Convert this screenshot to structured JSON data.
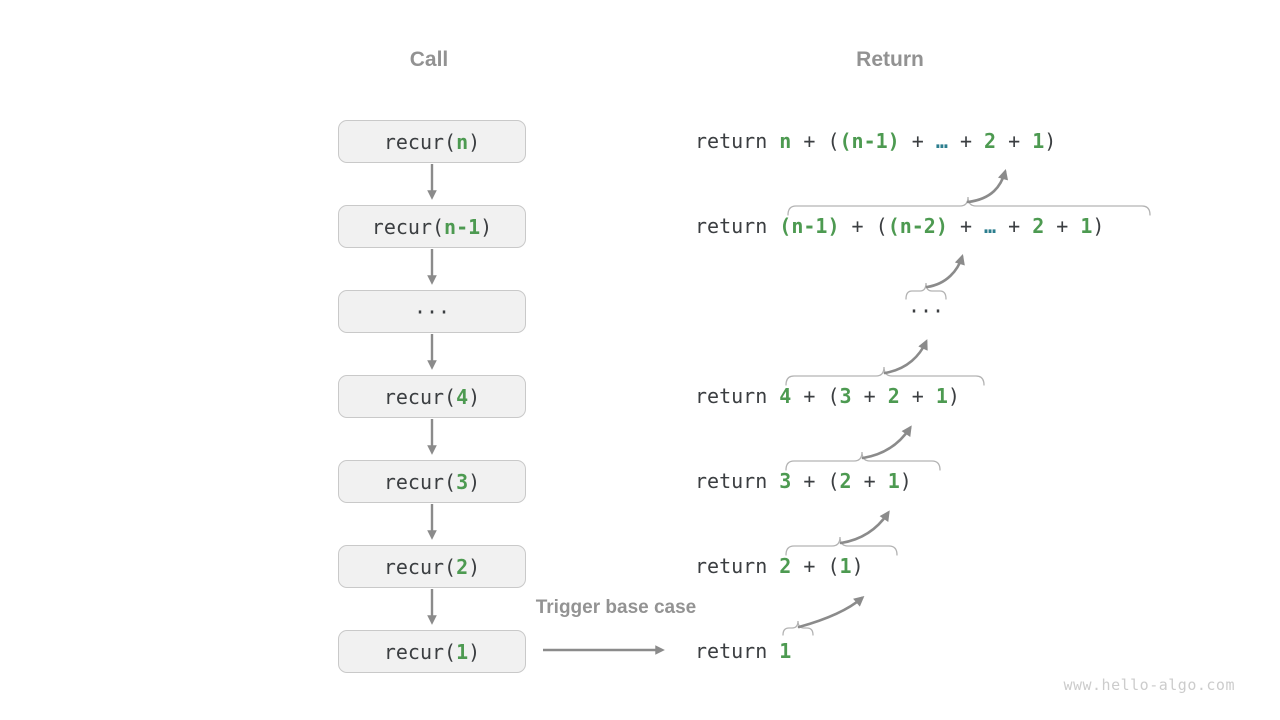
{
  "colors": {
    "code_dark": "#3b3e41",
    "accent_green": "#4d9a51",
    "accent_teal": "#2c7e8e",
    "label_gray": "#929292",
    "arrow_gray": "#8b8b8b",
    "brace_gray": "#b3b3b3",
    "box_fill": "#f1f1f1",
    "box_border": "#c9c9c9",
    "watermark_gray": "#cccccc"
  },
  "headers": {
    "call": "Call",
    "return": "Return"
  },
  "trigger_label": "Trigger base case",
  "watermark": "www.hello-algo.com",
  "call_column": {
    "boxes": [
      {
        "segments": [
          {
            "text": "recur(",
            "color": "dark"
          },
          {
            "text": "n",
            "color": "green"
          },
          {
            "text": ")",
            "color": "dark"
          }
        ]
      },
      {
        "segments": [
          {
            "text": "recur(",
            "color": "dark"
          },
          {
            "text": "n-1",
            "color": "green"
          },
          {
            "text": ")",
            "color": "dark"
          }
        ]
      },
      {
        "segments": [
          {
            "text": "···",
            "color": "dark"
          }
        ]
      },
      {
        "segments": [
          {
            "text": "recur(",
            "color": "dark"
          },
          {
            "text": "4",
            "color": "green"
          },
          {
            "text": ")",
            "color": "dark"
          }
        ]
      },
      {
        "segments": [
          {
            "text": "recur(",
            "color": "dark"
          },
          {
            "text": "3",
            "color": "green"
          },
          {
            "text": ")",
            "color": "dark"
          }
        ]
      },
      {
        "segments": [
          {
            "text": "recur(",
            "color": "dark"
          },
          {
            "text": "2",
            "color": "green"
          },
          {
            "text": ")",
            "color": "dark"
          }
        ]
      },
      {
        "segments": [
          {
            "text": "recur(",
            "color": "dark"
          },
          {
            "text": "1",
            "color": "green"
          },
          {
            "text": ")",
            "color": "dark"
          }
        ]
      }
    ]
  },
  "return_column": {
    "lines": [
      {
        "segments": [
          {
            "text": "return ",
            "color": "dark"
          },
          {
            "text": "n",
            "color": "green"
          },
          {
            "text": " + ",
            "color": "dark"
          },
          {
            "text": "(",
            "color": "dark"
          },
          {
            "text": "(n-1)",
            "color": "green"
          },
          {
            "text": " + ",
            "color": "dark"
          },
          {
            "text": "…",
            "color": "teal"
          },
          {
            "text": " + ",
            "color": "dark"
          },
          {
            "text": "2",
            "color": "green"
          },
          {
            "text": " + ",
            "color": "dark"
          },
          {
            "text": "1",
            "color": "green"
          },
          {
            "text": ")",
            "color": "dark"
          }
        ]
      },
      {
        "segments": [
          {
            "text": "return ",
            "color": "dark"
          },
          {
            "text": "(n-1)",
            "color": "green"
          },
          {
            "text": " + ",
            "color": "dark"
          },
          {
            "text": "(",
            "color": "dark"
          },
          {
            "text": "(n-2)",
            "color": "green"
          },
          {
            "text": " + ",
            "color": "dark"
          },
          {
            "text": "…",
            "color": "teal"
          },
          {
            "text": " + ",
            "color": "dark"
          },
          {
            "text": "2",
            "color": "green"
          },
          {
            "text": " + ",
            "color": "dark"
          },
          {
            "text": "1",
            "color": "green"
          },
          {
            "text": ")",
            "color": "dark"
          }
        ]
      },
      {
        "segments": [
          {
            "text": "···",
            "color": "dark"
          }
        ]
      },
      {
        "segments": [
          {
            "text": "return ",
            "color": "dark"
          },
          {
            "text": "4",
            "color": "green"
          },
          {
            "text": " + ",
            "color": "dark"
          },
          {
            "text": "(",
            "color": "dark"
          },
          {
            "text": "3",
            "color": "green"
          },
          {
            "text": " + ",
            "color": "dark"
          },
          {
            "text": "2",
            "color": "green"
          },
          {
            "text": " + ",
            "color": "dark"
          },
          {
            "text": "1",
            "color": "green"
          },
          {
            "text": ")",
            "color": "dark"
          }
        ]
      },
      {
        "segments": [
          {
            "text": "return ",
            "color": "dark"
          },
          {
            "text": "3",
            "color": "green"
          },
          {
            "text": " + ",
            "color": "dark"
          },
          {
            "text": "(",
            "color": "dark"
          },
          {
            "text": "2",
            "color": "green"
          },
          {
            "text": " + ",
            "color": "dark"
          },
          {
            "text": "1",
            "color": "green"
          },
          {
            "text": ")",
            "color": "dark"
          }
        ]
      },
      {
        "segments": [
          {
            "text": "return ",
            "color": "dark"
          },
          {
            "text": "2",
            "color": "green"
          },
          {
            "text": " + ",
            "color": "dark"
          },
          {
            "text": "(",
            "color": "dark"
          },
          {
            "text": "1",
            "color": "green"
          },
          {
            "text": ")",
            "color": "dark"
          }
        ]
      },
      {
        "segments": [
          {
            "text": "return ",
            "color": "dark"
          },
          {
            "text": "1",
            "color": "green"
          }
        ]
      }
    ]
  }
}
